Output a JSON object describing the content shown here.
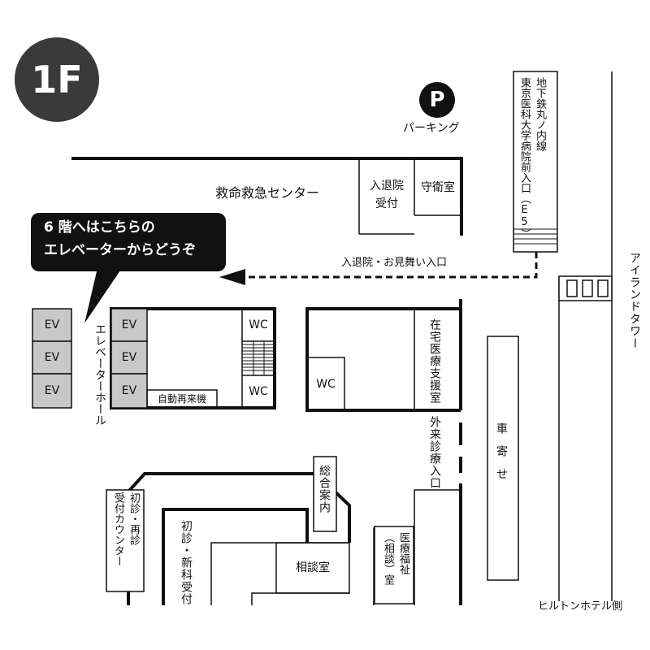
{
  "floor": {
    "label": "1F"
  },
  "parking": {
    "symbol": "P",
    "label": "パーキング"
  },
  "rooms": {
    "emergency_center": "救命救急センター",
    "admission": "入退院\n受付",
    "guard_room": "守衛室",
    "wc_1": "WC",
    "wc_2": "WC",
    "wc_3": "WC",
    "auto_reentry": "自動再来機",
    "home_care": "在宅医療支援室",
    "outpatient_entrance": "外来診療入口",
    "general_info": "総合案内",
    "consultation_room": "相談室",
    "first_visit_counter": "初診・再診\n受付カウンター",
    "first_visit_new": "初診・新科受付",
    "medical_welfare": "医療福祉\n（相談）室",
    "car_stop": "車寄せ"
  },
  "elevators": {
    "left": [
      "EV",
      "EV",
      "EV"
    ],
    "right": [
      "EV",
      "EV",
      "EV"
    ],
    "hall_label": "エレベーターホール"
  },
  "callout": {
    "line1": "6 階へはこちらの",
    "line2": "エレベーターからどうぞ"
  },
  "entrances": {
    "route_label": "入退院・お見舞い入口",
    "subway": "地下鉄丸ノ内線\n東京医科大学病院前入口（E5）"
  },
  "landmarks": {
    "island_tower": "アイランドタワー",
    "hilton": "ヒルトンホテル側"
  },
  "colors": {
    "ink": "#111111",
    "badge": "#3a3a3a",
    "ev_fill": "#c8c8c8",
    "white": "#ffffff"
  }
}
